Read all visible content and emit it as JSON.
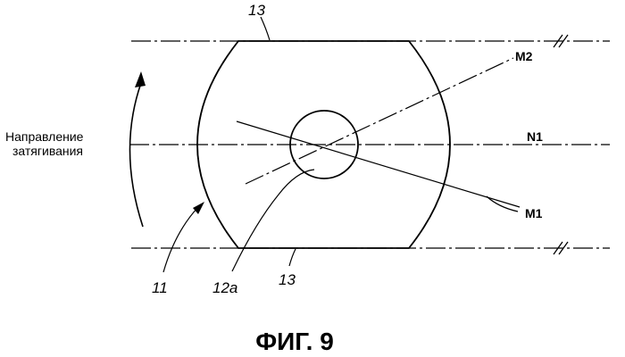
{
  "figure_caption": "ФИГ. 9",
  "direction_label": {
    "line1": "Направление",
    "line2": "затягивания"
  },
  "reference_labels": {
    "upper_edge": "13",
    "lower_edge": "13",
    "body": "11",
    "hole": "12a",
    "line_m1": "M1",
    "line_m2": "M2",
    "line_n1": "N1"
  }
}
